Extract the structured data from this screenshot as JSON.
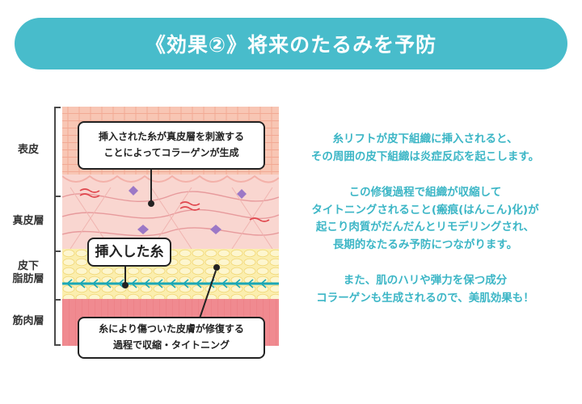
{
  "header": {
    "title": "《効果②》将来のたるみを予防"
  },
  "layers": {
    "epidermis": "表皮",
    "dermis": "真皮層",
    "subcutaneous_1": "皮下",
    "subcutaneous_2": "脂肪層",
    "muscle": "筋肉層"
  },
  "callouts": {
    "top": [
      "挿入された糸が真皮層を刺激する",
      "ことによってコラーゲンが生成"
    ],
    "middle": "挿入した糸",
    "bottom": [
      "糸により傷ついた皮膚が修復する",
      "過程で収縮・タイトニング"
    ]
  },
  "description": {
    "para1": [
      "糸リフトが皮下組織に挿入されると、",
      "その周囲の皮下組織は炎症反応を起こします。"
    ],
    "para2": [
      "この修復過程で組織が収縮して",
      "タイトニングされること(瘢痕(はんこん)化)が",
      "起こり肉質がだんだんとリモデリングされ、",
      "長期的なたるみ予防につながります。"
    ],
    "para3": [
      "また、肌のハリや弾力を保つ成分",
      "コラーゲンも生成されるので、美肌効果も！"
    ]
  },
  "colors": {
    "banner": "#48bccb",
    "text_accent": "#3cb6c6",
    "epidermis": "#f8c6b4",
    "dermis": "#f9d6d0",
    "fat": "#fbeeae",
    "muscle": "#f08a90",
    "thread": "#1aa7b6",
    "cell": "#9c78c6"
  }
}
